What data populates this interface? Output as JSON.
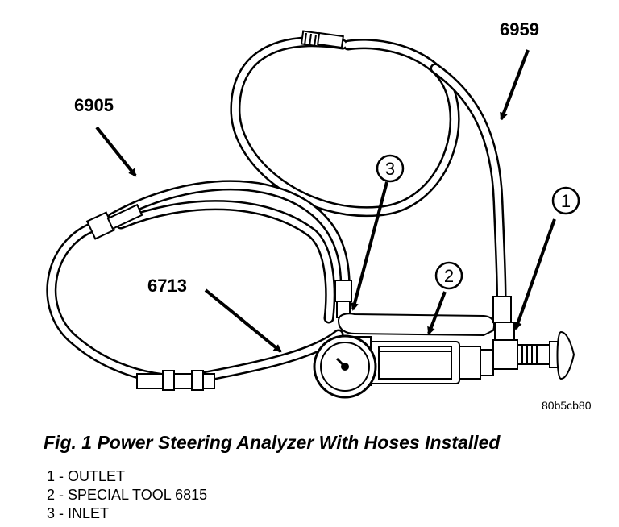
{
  "labels": {
    "hose_a": "6905",
    "hose_b": "6959",
    "hose_c": "6713",
    "ref_code": "80b5cb80"
  },
  "callouts": [
    "1",
    "2",
    "3"
  ],
  "caption": "Fig. 1 Power Steering Analyzer With Hoses Installed",
  "legend": [
    "1 - OUTLET",
    "2 - SPECIAL TOOL 6815",
    "3 - INLET"
  ]
}
